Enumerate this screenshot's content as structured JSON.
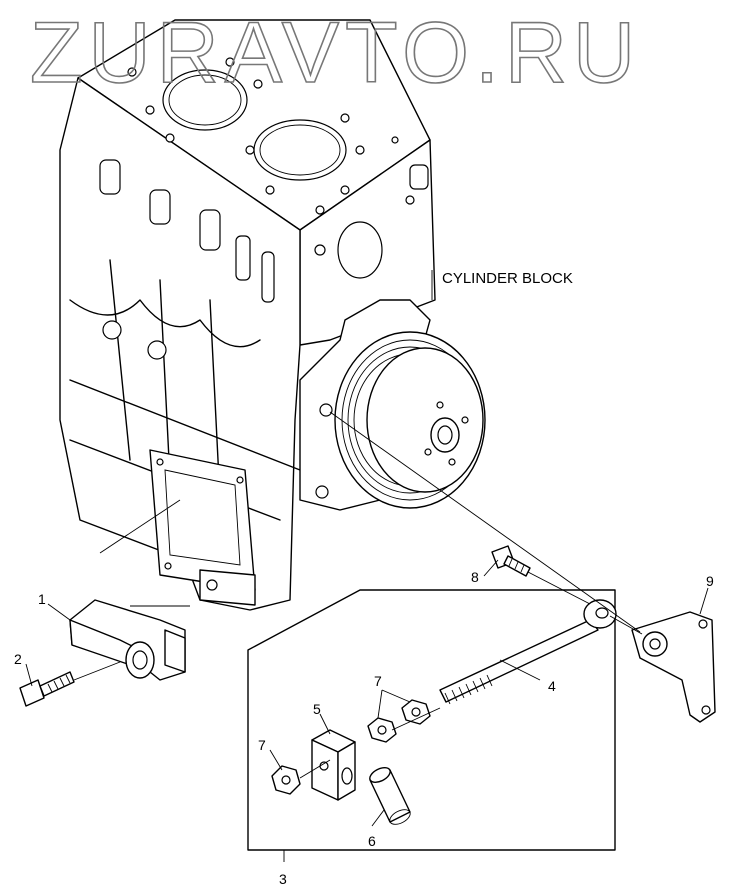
{
  "watermark": "ZURAVTO.RU",
  "assembly_label": "CYLINDER BLOCK",
  "callouts": [
    {
      "id": "1",
      "text": "1"
    },
    {
      "id": "2",
      "text": "2"
    },
    {
      "id": "3",
      "text": "3"
    },
    {
      "id": "4",
      "text": "4"
    },
    {
      "id": "5",
      "text": "5"
    },
    {
      "id": "6",
      "text": "6"
    },
    {
      "id": "7a",
      "text": "7"
    },
    {
      "id": "7b",
      "text": "7"
    },
    {
      "id": "8",
      "text": "8"
    },
    {
      "id": "9",
      "text": "9"
    }
  ]
}
